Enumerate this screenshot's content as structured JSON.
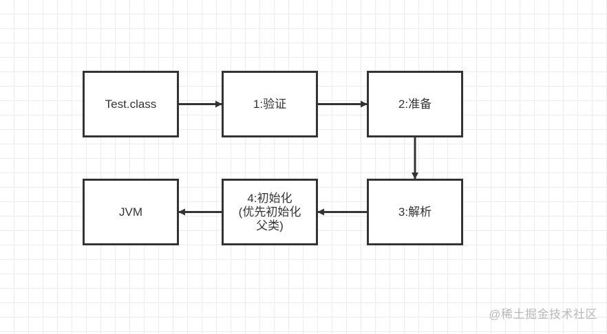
{
  "diagram": {
    "type": "flowchart",
    "title": "",
    "nodes": [
      {
        "id": "test-class",
        "label": "Test.class"
      },
      {
        "id": "verify",
        "label": "1:验证"
      },
      {
        "id": "prepare",
        "label": "2:准备"
      },
      {
        "id": "resolve",
        "label": "3:解析"
      },
      {
        "id": "initialize",
        "label": "4:初始化\n(优先初始化\n父类)"
      },
      {
        "id": "jvm",
        "label": "JVM"
      }
    ],
    "edges": [
      {
        "from": "test-class",
        "to": "verify"
      },
      {
        "from": "verify",
        "to": "prepare"
      },
      {
        "from": "prepare",
        "to": "resolve"
      },
      {
        "from": "resolve",
        "to": "initialize"
      },
      {
        "from": "initialize",
        "to": "jvm"
      }
    ],
    "colors": {
      "stroke": "#333333",
      "grid": "#ececec",
      "watermark": "#b9b9b9"
    }
  },
  "watermark": "@稀土掘金技术社区"
}
